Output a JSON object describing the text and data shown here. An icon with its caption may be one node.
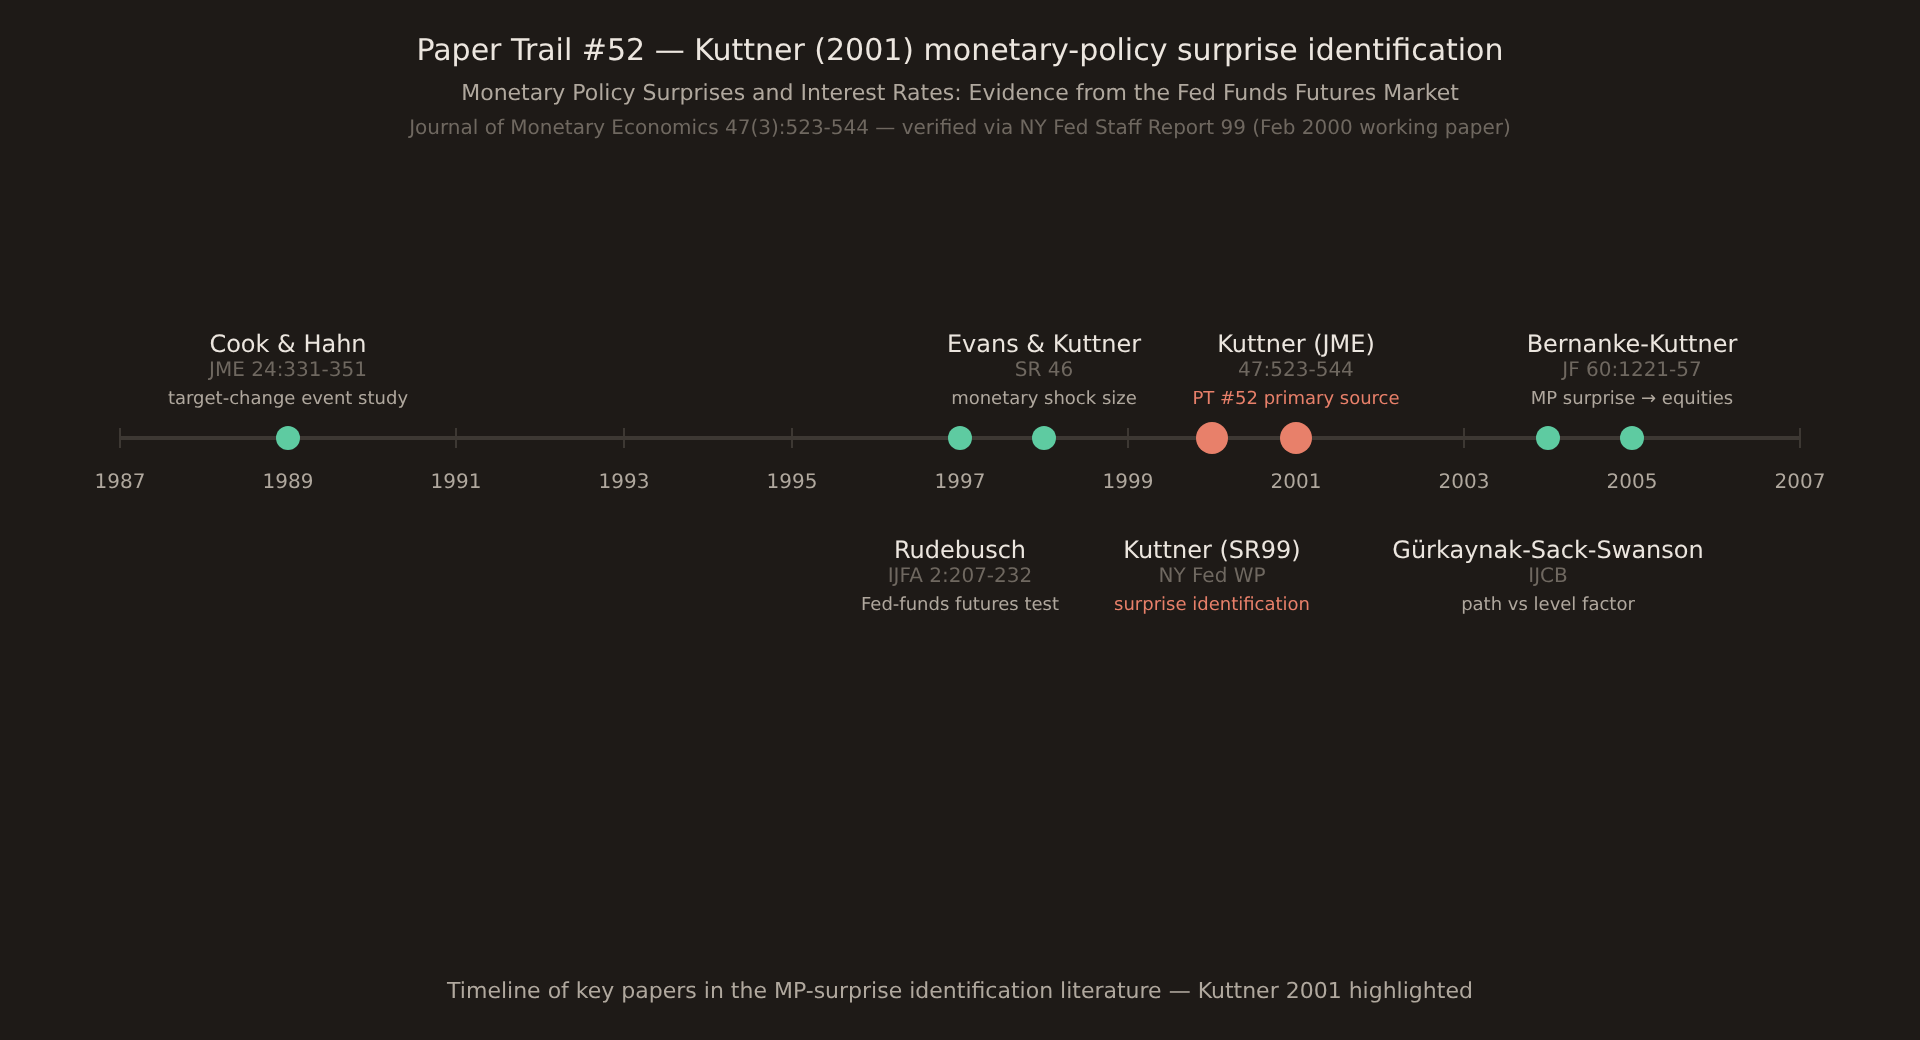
{
  "diagram": {
    "title": "Paper Trail #52 — Kuttner (2001) monetary-policy surprise identification",
    "caption": "Timeline of key papers in the MP-surprise identification literature — Kuttner 2001 highlighted",
    "nodes": [
      {
        "text": [
          "Cook & Hahn",
          "JME 24:331-351",
          "target-change event study"
        ]
      },
      {
        "text": [
          "Rudebusch",
          "IJFA 2:207-232",
          "Fed-funds futures test"
        ]
      },
      {
        "text": [
          "Evans & Kuttner",
          "SR 46",
          "monetary shock size"
        ]
      },
      {
        "text": [
          "Kuttner (SR99)",
          "NY Fed WP",
          "surprise identification"
        ]
      },
      {
        "text": [
          "Kuttner (JME)",
          "47:523-544",
          "PT #52 primary source"
        ]
      },
      {
        "text": [
          "Gürkaynak-Sack-Swanson",
          "IJCB",
          "path vs level factor"
        ]
      },
      {
        "text": [
          "Bernanke-Kuttner",
          "JF 60:1221-57",
          "MP surprise → equities"
        ]
      }
    ],
    "labels": [
      "Monetary Policy Surprises and Interest Rates: Evidence from the Fed Funds Futures Market",
      "Journal of Monetary Economics 47(3):523-544 — verified via NY Fed Staff Report 99 (Feb 2000 working paper)",
      "1987",
      "1989",
      "1991",
      "1993",
      "1995",
      "1997",
      "1999",
      "2001",
      "2003",
      "2005",
      "2007"
    ]
  }
}
